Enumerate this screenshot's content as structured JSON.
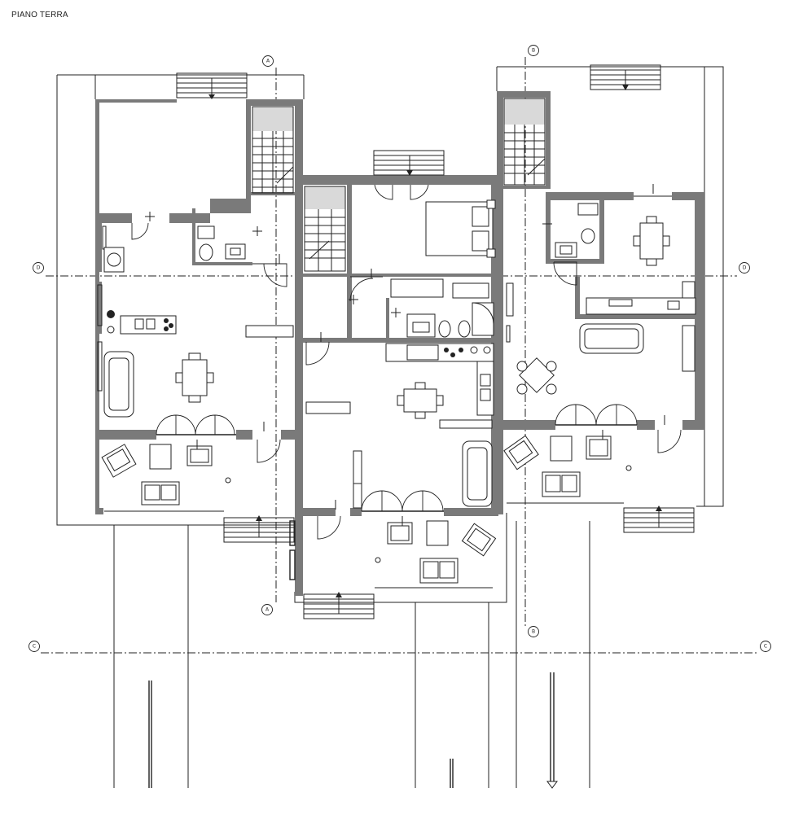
{
  "plan": {
    "title": "PIANO TERRA"
  },
  "axes": {
    "a_top": "A",
    "a_bottom": "A",
    "b_top": "B",
    "b_bottom": "B",
    "d_left": "D",
    "d_right": "D",
    "c_left": "C",
    "c_right": "C"
  },
  "colors": {
    "wall": "#7a7a7a",
    "line": "#222222",
    "stair": "#d9d9d9",
    "background": "#ffffff"
  }
}
